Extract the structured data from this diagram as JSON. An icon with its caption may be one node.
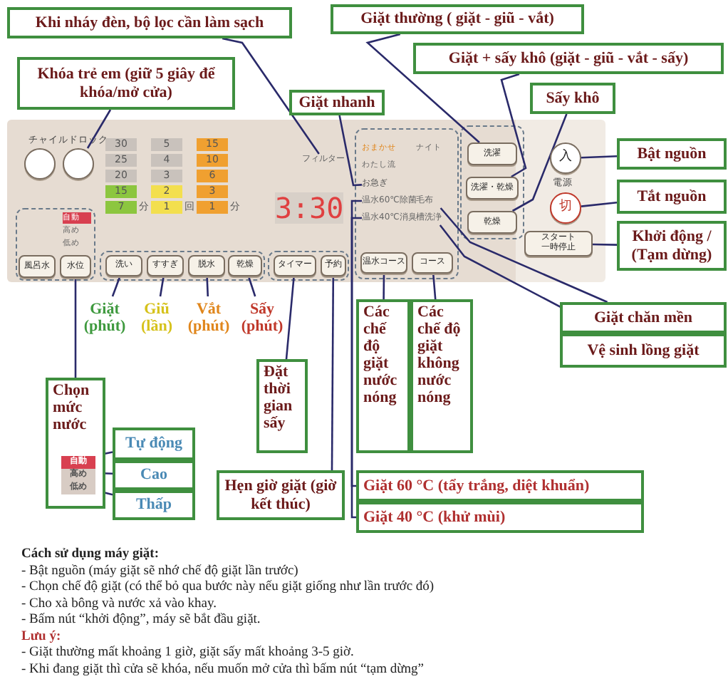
{
  "diagram": {
    "nodes": [
      {
        "text": [],
        "shape": "box"
      },
      {
        "text": [],
        "shape": "circle",
        "in": 0
      },
      {
        "text": [],
        "shape": "circle",
        "in": 0
      },
      {
        "text": [
          "フィルター"
        ],
        "in": 0
      },
      {
        "text": [
          "風呂水"
        ],
        "in": 0
      },
      {
        "text": [
          "水位"
        ],
        "in": 0
      },
      {
        "text": [
          "洗い"
        ],
        "in": 0
      },
      {
        "text": [
          "すすぎ"
        ],
        "in": 0
      },
      {
        "text": [
          "脱水"
        ],
        "in": 0
      },
      {
        "text": [
          "乾燥"
        ],
        "in": 0
      },
      {
        "text": [
          "タイマー"
        ],
        "in": 0
      },
      {
        "text": [
          "予約"
        ],
        "in": 0
      },
      {
        "text": [
          "お急ぎ"
        ],
        "in": 0
      },
      {
        "text": [
          "温水60℃除菌"
        ],
        "in": 0
      },
      {
        "text": [
          "毛布"
        ],
        "in": 0
      },
      {
        "text": [
          "温水40℃消臭"
        ],
        "in": 0
      },
      {
        "text": [
          "槽洗浄"
        ],
        "in": 0
      },
      {
        "text": [
          "温水コース"
        ],
        "in": 0
      },
      {
        "text": [
          "コース"
        ],
        "in": 0
      },
      {
        "text": [
          "洗濯"
        ],
        "in": 0
      },
      {
        "text": [
          "洗濯・乾燥"
        ],
        "in": 0
      },
      {
        "text": [
          "乾燥"
        ],
        "in": 0
      },
      {
        "text": [
          "入"
        ],
        "in": 0
      },
      {
        "text": [
          "切"
        ],
        "in": 0
      },
      {
        "text": [
          "スタート",
          "一時停止"
        ],
        "in": 0
      },
      {
        "text": [
          "Khi nháy đèn, bộ lọc cần làm sạch"
        ]
      },
      {
        "text": [
          "Giặt thường ( giặt - giũ - vắt)"
        ]
      },
      {
        "text": [
          "Giặt + sấy khô (giặt - giũ - vắt - sấy)"
        ]
      },
      {
        "text": [
          "Khóa trẻ em (giữ 5 giây để khóa/mở cửa)"
        ]
      },
      {
        "text": [
          "Giặt nhanh"
        ]
      },
      {
        "text": [
          "Sấy khô"
        ]
      },
      {
        "text": [
          "Bật nguồn"
        ]
      },
      {
        "text": [
          "Tắt nguồn"
        ]
      },
      {
        "text": [
          "Khởi động / (Tạm dừng)"
        ]
      },
      {
        "text": [
          "Giặt (phút)"
        ]
      },
      {
        "text": [
          "Giũ (lần)"
        ]
      },
      {
        "text": [
          "Vắt (phút)"
        ]
      },
      {
        "text": [
          "Sấy (phút)"
        ]
      },
      {
        "text": [
          "Các chế độ giặt nước nóng"
        ]
      },
      {
        "text": [
          "Các chế độ giặt không nước nóng"
        ]
      },
      {
        "text": [
          "Giặt chăn mền"
        ]
      },
      {
        "text": [
          "Vệ sinh lồng giặt"
        ]
      },
      {
        "text": [
          "Đặt thời gian sấy"
        ]
      },
      {
        "text": [
          "Chọn mức nước"
        ]
      },
      {
        "text": [
          "自動"
        ],
        "in": 43
      },
      {
        "text": [
          "高め"
        ],
        "in": 43
      },
      {
        "text": [
          "低め"
        ],
        "in": 43
      },
      {
        "text": [
          "Tự động"
        ]
      },
      {
        "text": [
          "Cao"
        ]
      },
      {
        "text": [
          "Thấp"
        ]
      },
      {
        "text": [
          "Hẹn giờ giặt (giờ kết thúc)"
        ]
      },
      {
        "text": [
          "Giặt 60 °C (tẩy trắng, diệt khuẩn)"
        ]
      },
      {
        "text": [
          "Giặt 40 °C (khử mùi)"
        ]
      }
    ],
    "edges": [
      {
        "from": 25,
        "to": 3,
        "arrow": "none"
      },
      {
        "from": 26,
        "to": 19,
        "arrow": "none"
      },
      {
        "from": 27,
        "to": 20,
        "arrow": "none"
      },
      {
        "from": 28,
        "to": 2,
        "arrow": "none"
      },
      {
        "from": 29,
        "to": 12,
        "arrow": "none"
      },
      {
        "from": 30,
        "to": 21,
        "arrow": "none"
      },
      {
        "from": 31,
        "to": 22,
        "arrow": "none"
      },
      {
        "from": 32,
        "to": 23,
        "arrow": "none"
      },
      {
        "from": 33,
        "to": 24,
        "arrow": "none"
      },
      {
        "from": 34,
        "to": 6,
        "arrow": "none"
      },
      {
        "from": 35,
        "to": 7,
        "arrow": "none"
      },
      {
        "from": 36,
        "to": 8,
        "arrow": "none"
      },
      {
        "from": 37,
        "to": 9,
        "arrow": "none"
      },
      {
        "from": 38,
        "to": 17,
        "arrow": "none"
      },
      {
        "from": 39,
        "to": 18,
        "arrow": "none"
      },
      {
        "from": 40,
        "to": 14,
        "arrow": "none"
      },
      {
        "from": 41,
        "to": 16,
        "arrow": "none"
      },
      {
        "from": 42,
        "to": 10,
        "arrow": "none"
      },
      {
        "from": 43,
        "to": 5,
        "arrow": "none"
      },
      {
        "from": 47,
        "to": 44,
        "arrow": "none"
      },
      {
        "from": 48,
        "to": 45,
        "arrow": "none"
      },
      {
        "from": 49,
        "to": 46,
        "arrow": "none"
      },
      {
        "from": 50,
        "to": 11,
        "arrow": "none"
      },
      {
        "from": 51,
        "to": 13,
        "arrow": "none"
      },
      {
        "from": 52,
        "to": 15,
        "arrow": "none"
      }
    ],
    "labels": [
      "チャイルドロック",
      "30",
      "5",
      "15",
      "25",
      "4",
      "10",
      "20",
      "3",
      "6",
      "15",
      "2",
      "3",
      "7",
      "分",
      "1",
      "回",
      "1",
      "分",
      "おまかせ",
      "ナイト",
      "わたし流",
      "3:30",
      "自動",
      "高め",
      "低め",
      "電源",
      "Cách sử dụng máy giặt:",
      "- Bật nguồn (máy giặt sẽ nhớ chế độ giặt lần trước)",
      "- Chọn chế độ giặt (có thể bỏ qua bước này nếu giặt giống như lần trước đó)",
      "- Cho xà bông và nước xả vào khay.",
      "- Bấm nút “khởi động”, máy sẽ bắt đầu giặt.",
      "Lưu ý:",
      "- Giặt thường mất khoảng 1 giờ, giặt sấy mất khoảng 3-5 giờ.",
      "- Khi đang giặt thì cửa sẽ khóa, nếu muốn mở cửa thì bấm nút “tạm dừng”"
    ]
  }
}
